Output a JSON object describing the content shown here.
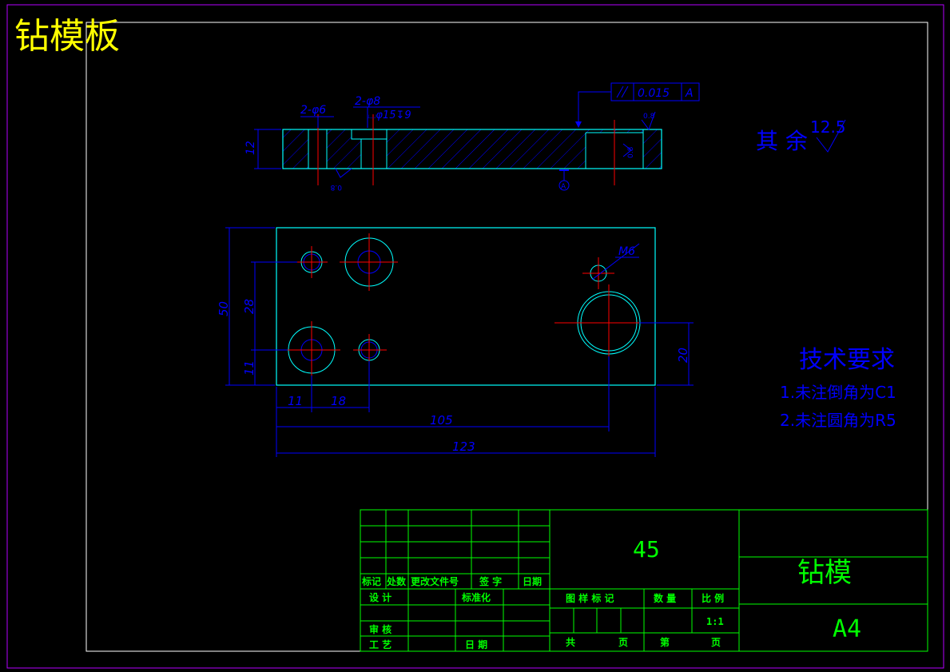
{
  "drawing": {
    "title": "钻模板",
    "colors": {
      "background": "#000000",
      "outer_frame": "#b400ff",
      "inner_frame": "#ffffff",
      "part": "#00ffff",
      "centerline": "#ff0000",
      "dimension": "#0000ff",
      "titleblock": "#00ff00",
      "title": "#ffff00",
      "notes": "#0000ff"
    }
  },
  "section_view": {
    "callouts": {
      "holes_6": "2-φ6",
      "holes_8": "2-φ8",
      "counterbore": "⌴φ15↧9",
      "thickness": "12",
      "tolerance_value": "0.015",
      "datum": "A",
      "datum_label": "A",
      "roughness_a": "0.8",
      "roughness_b": "0.8",
      "roughness_c": "0.8"
    }
  },
  "plan_view": {
    "dims": {
      "m6": "M6",
      "height_50": "50",
      "height_28": "28",
      "height_11": "11",
      "right_20": "20",
      "w_11": "11",
      "w_18": "18",
      "w_105": "105",
      "w_123": "123"
    }
  },
  "surface_note": {
    "label": "其 余",
    "value": "12.5"
  },
  "tech_requirements": {
    "heading": "技术要求",
    "items": [
      "1.未注倒角为C1",
      "2.未注圆角为R5"
    ]
  },
  "title_block": {
    "rev_headers": [
      "标记",
      "处数",
      "更改文件号",
      "签 字",
      "日期"
    ],
    "design": "设 计",
    "standardize": "标准化",
    "review": "审 核",
    "process": "工 艺",
    "date": "日 期",
    "material": "45",
    "stage_mark": "图 样 标 记",
    "quantity": "数 量",
    "scale_label": "比 例",
    "scale": "1:1",
    "total": "共",
    "page": "页",
    "sheet": "第",
    "page2": "页",
    "part_name": "钻模",
    "size": "A4"
  }
}
